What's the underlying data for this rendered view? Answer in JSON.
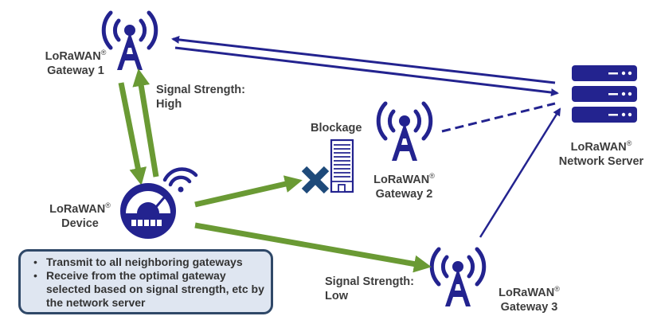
{
  "colors": {
    "tower_blue": "#23238f",
    "arrow_green": "#6a9a34",
    "text": "#3d3d3d",
    "box_fill": "#dfe6f1",
    "box_border": "#2f4868",
    "blockage_x": "#1e4a7a"
  },
  "nodes": {
    "gateway1": {
      "brand": "LoRaWAN",
      "reg": "®",
      "name": "Gateway 1"
    },
    "gateway2": {
      "brand": "LoRaWAN",
      "reg": "®",
      "name": "Gateway 2"
    },
    "gateway3": {
      "brand": "LoRaWAN",
      "reg": "®",
      "name": "Gateway 3"
    },
    "server": {
      "brand": "LoRaWAN",
      "reg": "®",
      "name": "Network Server"
    },
    "device": {
      "brand": "LoRaWAN",
      "reg": "®",
      "name": "Device"
    }
  },
  "labels": {
    "signal_high_line1": "Signal Strength:",
    "signal_high_line2": "High",
    "signal_low_line1": "Signal Strength:",
    "signal_low_line2": "Low",
    "blockage": "Blockage"
  },
  "info_box": {
    "items": [
      "Transmit to all neighboring gateways",
      "Receive from the optimal gateway selected based on signal strength, etc by the network server"
    ]
  }
}
